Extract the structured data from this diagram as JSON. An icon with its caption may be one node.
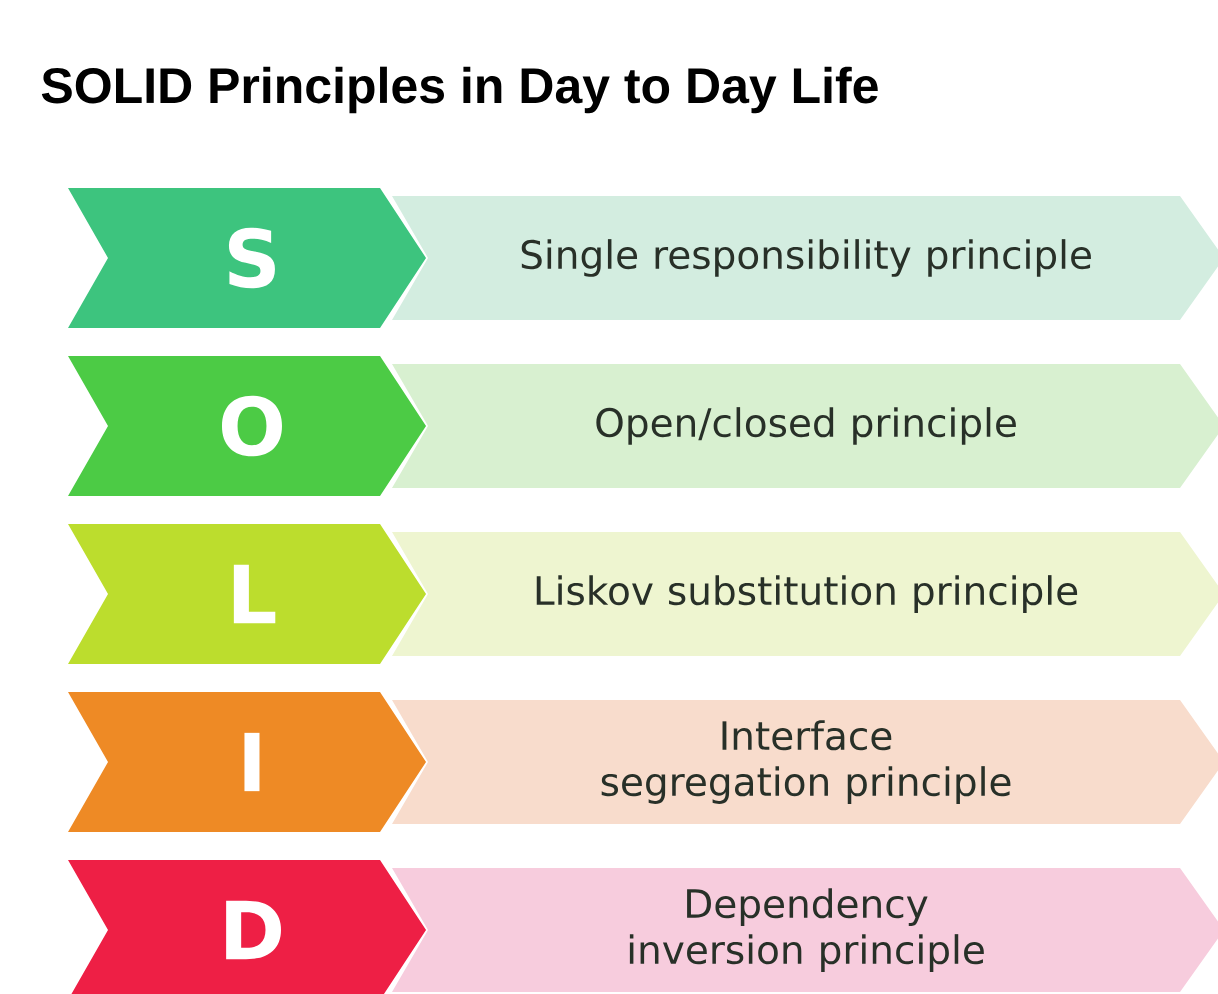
{
  "diagram": {
    "title": "SOLID Principles in Day to Day Life",
    "nodes": [
      {
        "text": [
          "S"
        ]
      },
      {
        "text": [
          "Single responsibility principle"
        ]
      },
      {
        "text": [
          "O"
        ]
      },
      {
        "text": [
          "Open/closed principle"
        ]
      },
      {
        "text": [
          "L"
        ]
      },
      {
        "text": [
          "Liskov substitution principle"
        ]
      },
      {
        "text": [
          "I"
        ]
      },
      {
        "text": [
          "Interface segregation principle"
        ]
      },
      {
        "text": [
          "D"
        ]
      },
      {
        "text": [
          "Dependency inversion principle"
        ]
      }
    ]
  }
}
